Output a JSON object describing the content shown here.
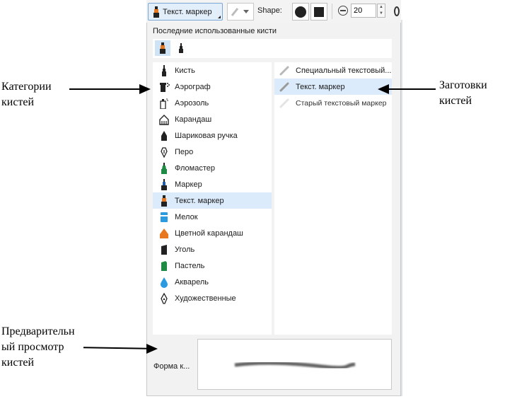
{
  "toolbar": {
    "brush_button_label": "Текст. маркер",
    "shape_label": "Shape:",
    "size_value": "20"
  },
  "panel": {
    "recent_title": "Последние использованные кисти",
    "categories": [
      {
        "label": "Кисть",
        "icon": "brush-icon"
      },
      {
        "label": "Аэрограф",
        "icon": "airbrush-icon"
      },
      {
        "label": "Аэрозоль",
        "icon": "spray-can-icon"
      },
      {
        "label": "Карандаш",
        "icon": "pencil-icon"
      },
      {
        "label": "Шариковая ручка",
        "icon": "ballpoint-pen-icon"
      },
      {
        "label": "Перо",
        "icon": "fountain-pen-icon"
      },
      {
        "label": "Фломастер",
        "icon": "felt-tip-icon"
      },
      {
        "label": "Маркер",
        "icon": "marker-icon"
      },
      {
        "label": "Текст. маркер",
        "icon": "highlighter-icon"
      },
      {
        "label": "Мелок",
        "icon": "crayon-icon"
      },
      {
        "label": "Цветной карандаш",
        "icon": "colored-pencil-icon"
      },
      {
        "label": "Уголь",
        "icon": "charcoal-icon"
      },
      {
        "label": "Пастель",
        "icon": "pastel-icon"
      },
      {
        "label": "Акварель",
        "icon": "watercolor-drop-icon"
      },
      {
        "label": "Художественные",
        "icon": "artistic-nib-icon"
      }
    ],
    "selected_category": "Текст. маркер",
    "presets": [
      {
        "label": "Специальный текстовый..."
      },
      {
        "label": "Текст. маркер"
      },
      {
        "label": "Старый текстовый маркер"
      }
    ],
    "shape_label": "Форма к..."
  },
  "annotations": {
    "categories_line1": "Категории",
    "categories_line2": "кистей",
    "presets_line1": "Заготовки",
    "presets_line2": "кистей",
    "preview_line1": "Предварительн",
    "preview_line2": "ый просмотр",
    "preview_line3": "кистей"
  },
  "colors": {
    "selection": "#dcebfb",
    "highlighter_orange": "#e8781f",
    "felt_green": "#1e8a43",
    "crayon_blue": "#2a9be0"
  }
}
